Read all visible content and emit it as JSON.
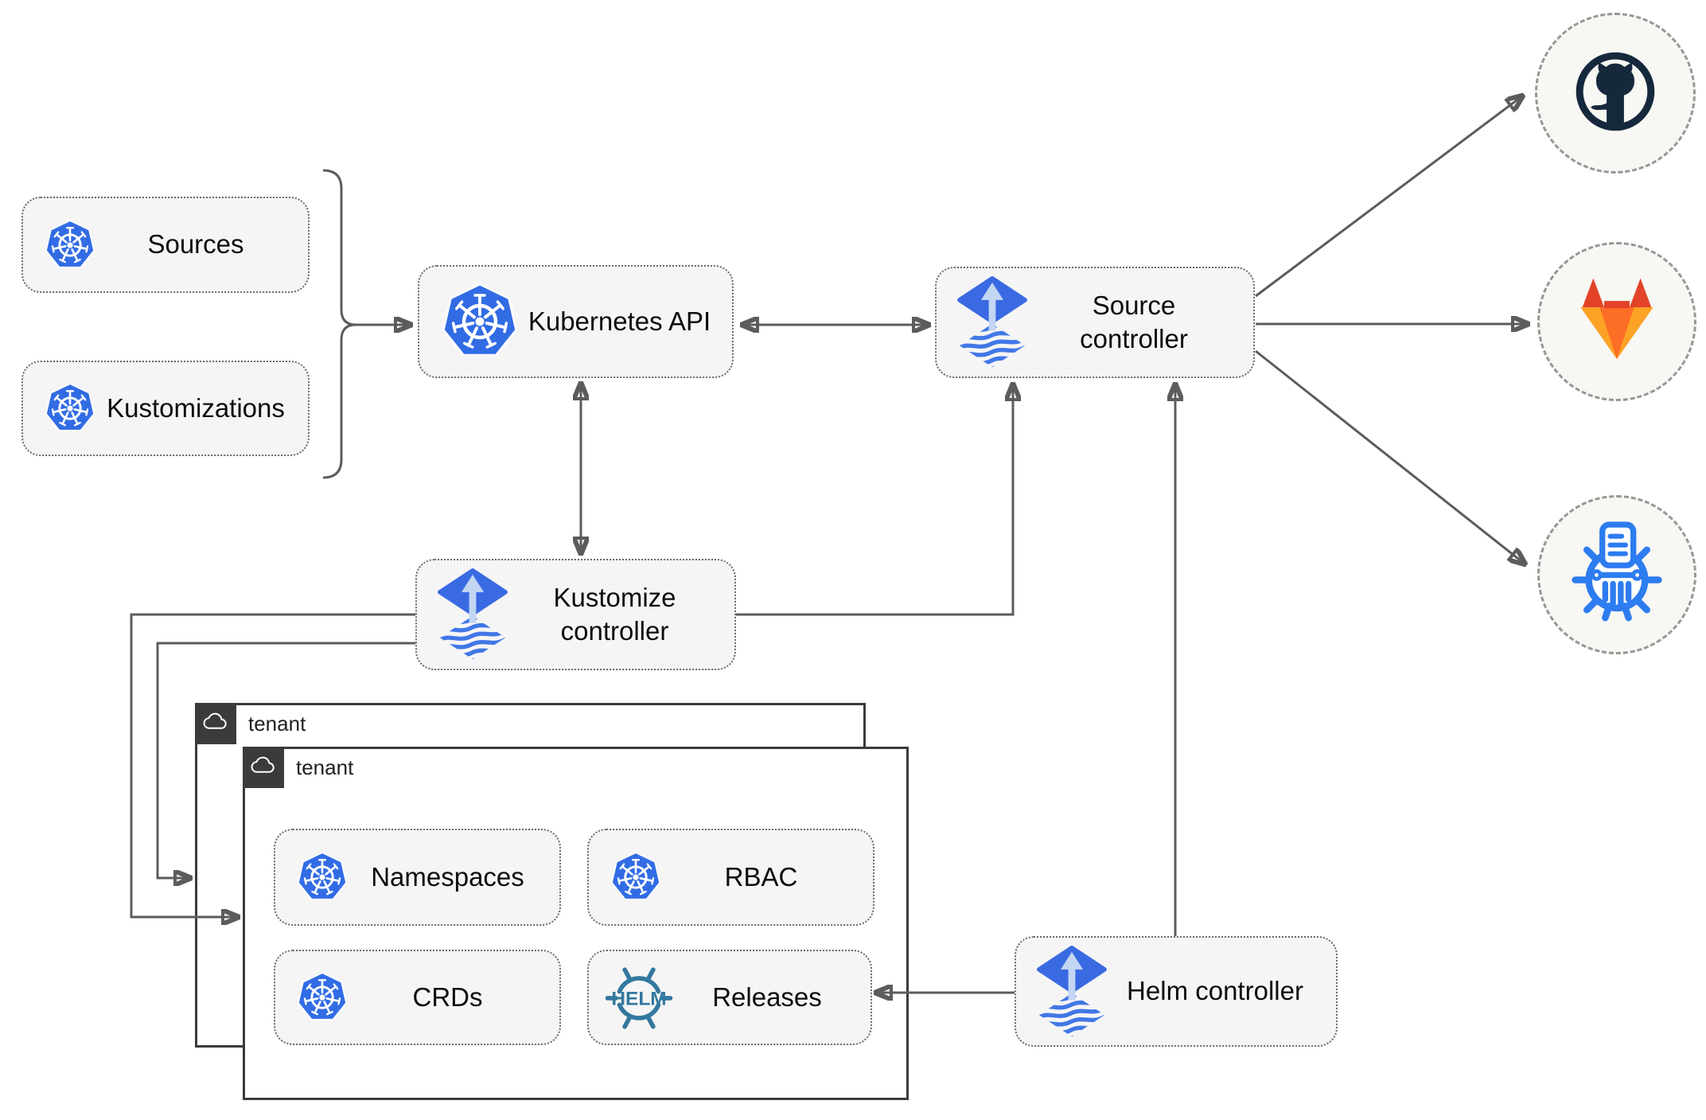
{
  "nodes": {
    "sources": {
      "label": "Sources"
    },
    "kustomizations": {
      "label": "Kustomizations"
    },
    "kubernetes_api": {
      "label": "Kubernetes API"
    },
    "source_controller": {
      "label": "Source controller"
    },
    "kustomize_controller": {
      "label": "Kustomize controller"
    },
    "helm_controller": {
      "label": "Helm controller"
    },
    "namespaces": {
      "label": "Namespaces"
    },
    "rbac": {
      "label": "RBAC"
    },
    "crds": {
      "label": "CRDs"
    },
    "releases": {
      "label": "Releases"
    }
  },
  "tenants": {
    "back": {
      "label": "tenant"
    },
    "front": {
      "label": "tenant"
    }
  },
  "logos": {
    "helm_text": "HELM"
  },
  "icons": {
    "kubernetes": "kubernetes-wheel-icon",
    "flux": "flux-diamond-arrow-icon",
    "github": "github-octocat-icon",
    "gitlab": "gitlab-tanuki-icon",
    "registry": "container-registry-wheel-icon",
    "helm": "helm-wheel-icon",
    "cloud": "cloud-icon"
  },
  "colors": {
    "kubernetes_blue": "#326ce5",
    "flux_blue": "#3a6ae2",
    "flux_wave_blue": "#4177e6",
    "flux_arrow_light": "#c3d6f4",
    "github_dark": "#16283c",
    "gitlab_red": "#e24329",
    "gitlab_orange": "#fc6d26",
    "gitlab_amber": "#fca326",
    "helm_blue": "#33789f",
    "registry_blue": "#2d7cf0",
    "connector_gray": "#5c5c5c",
    "node_fill": "#f5f5f5",
    "tenant_border": "#3b3b3b"
  }
}
